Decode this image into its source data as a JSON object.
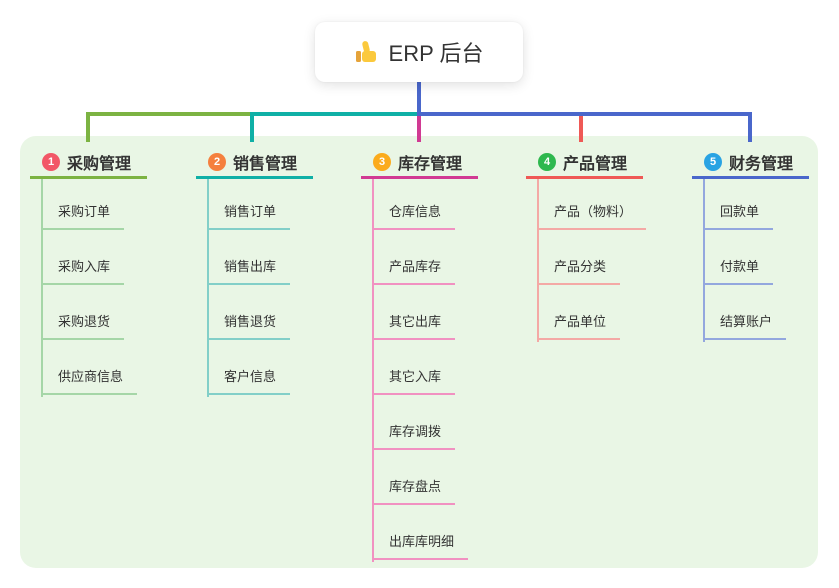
{
  "root": {
    "icon": "thumbs-up-icon",
    "label": "ERP 后台"
  },
  "panel": {
    "background": "#e9f6e5"
  },
  "connector_root_color": "#4a67cb",
  "branches": [
    {
      "index": "1",
      "label": "采购管理",
      "badge_color": "#f25767",
      "line_color": "#7cb342",
      "child_line_color": "#a5d6a7",
      "children": [
        "采购订单",
        "采购入库",
        "采购退货",
        "供应商信息"
      ]
    },
    {
      "index": "2",
      "label": "销售管理",
      "badge_color": "#f5803e",
      "line_color": "#0fb0a6",
      "child_line_color": "#82cfc8",
      "children": [
        "销售订单",
        "销售出库",
        "销售退货",
        "客户信息"
      ]
    },
    {
      "index": "3",
      "label": "库存管理",
      "badge_color": "#fbab1c",
      "line_color": "#d13a93",
      "child_line_color": "#f191c1",
      "children": [
        "仓库信息",
        "产品库存",
        "其它出库",
        "其它入库",
        "库存调拨",
        "库存盘点",
        "出库库明细"
      ]
    },
    {
      "index": "4",
      "label": "产品管理",
      "badge_color": "#2eb84e",
      "line_color": "#ef5956",
      "child_line_color": "#f4a9a5",
      "children": [
        "产品（物料）",
        "产品分类",
        "产品单位"
      ]
    },
    {
      "index": "5",
      "label": "财务管理",
      "badge_color": "#29a3e3",
      "line_color": "#4a67cb",
      "child_line_color": "#93a7de",
      "children": [
        "回款单",
        "付款单",
        "结算账户"
      ]
    }
  ]
}
